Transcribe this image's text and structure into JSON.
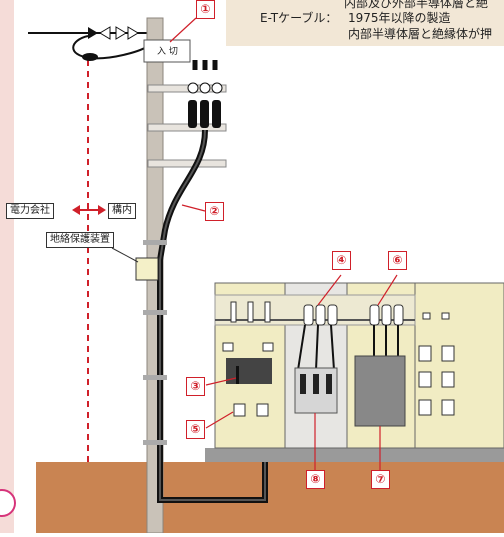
{
  "header_note": {
    "line1": "内部及び外部半導体層と絶",
    "line2_key": "E-Tケーブル：",
    "line2_val": "1975年以降の製造",
    "line3": "内部半導体層と絶縁体が押"
  },
  "labels": {
    "switch_in": "入 切",
    "power_company": "電力会社",
    "premises": "構内",
    "ground_fault_device": "地絡保護装置"
  },
  "callouts": [
    "①",
    "②",
    "③",
    "④",
    "⑤",
    "⑥",
    "⑦",
    "⑧"
  ],
  "colors": {
    "pole": "#c9c2b8",
    "cabinet": "#f1ecc3",
    "ground": "#c98452",
    "callout": "#d0202a",
    "cable": "#111111"
  }
}
